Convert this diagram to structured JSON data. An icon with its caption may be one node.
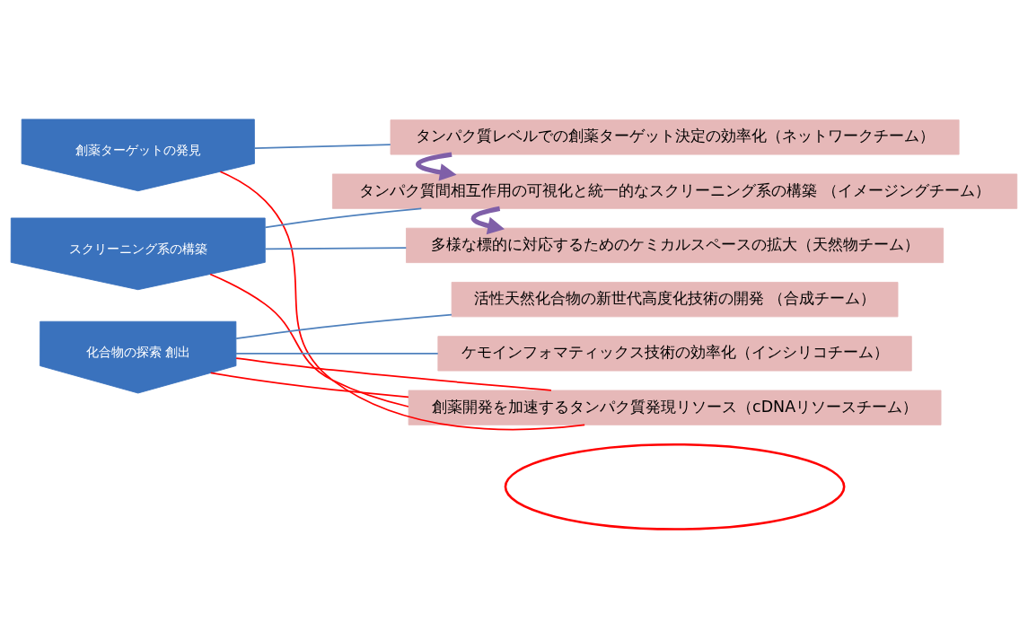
{
  "diagram": {
    "nodes": [
      {
        "text": [
          "創薬ターゲットの発見"
        ]
      },
      {
        "text": [
          "スクリーニング系の構築"
        ]
      },
      {
        "text": [
          "化合物の探索 創出"
        ]
      },
      {
        "text": [
          "タンパク質レベルでの創薬ターゲット決定の効率化（ネットワークチーム）"
        ]
      },
      {
        "text": [
          "タンパク質間相互作用の可視化と統一的なスクリーニング系の構築 （イメージングチーム）"
        ]
      },
      {
        "text": [
          "多様な標的に対応するためのケミカルスペースの拡大（天然物チーム）"
        ]
      },
      {
        "text": [
          "活性天然化合物の新世代高度化技術の開発 （合成チーム）"
        ]
      },
      {
        "text": [
          "ケモインフォマティックス技術の効率化（インシリコチーム）"
        ]
      },
      {
        "text": [
          "創薬開発を加速するタンパク質発現リソース（cDNAリソースチーム）"
        ]
      },
      {
        "text": [],
        "shape": "ellipse"
      }
    ],
    "edges": [
      {
        "from": 0,
        "to": 3,
        "arrow": "none"
      },
      {
        "from": 1,
        "to": 4,
        "arrow": "none"
      },
      {
        "from": 1,
        "to": 5,
        "arrow": "none"
      },
      {
        "from": 2,
        "to": 6,
        "arrow": "none"
      },
      {
        "from": 2,
        "to": 7,
        "arrow": "none"
      },
      {
        "from": 0,
        "to": 8,
        "arrow": "none",
        "color": "#ff0000"
      },
      {
        "from": 1,
        "to": 8,
        "arrow": "none",
        "color": "#ff0000"
      },
      {
        "from": 2,
        "to": 8,
        "arrow": "none",
        "color": "#ff0000"
      },
      {
        "from": 2,
        "to": 8,
        "arrow": "none",
        "color": "#ff0000"
      },
      {
        "from": 3,
        "to": 4,
        "arrow": "to",
        "style": "thick",
        "color": "#7f5fa8"
      },
      {
        "from": 4,
        "to": 5,
        "arrow": "to",
        "style": "thick",
        "color": "#7f5fa8"
      }
    ]
  }
}
